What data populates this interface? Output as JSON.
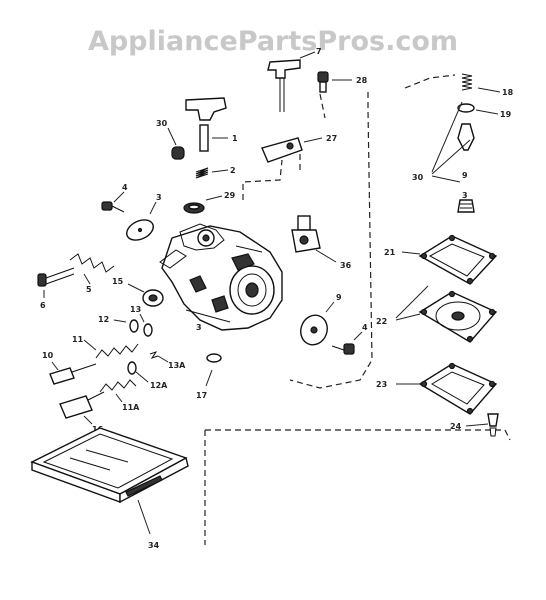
{
  "watermark": "AppliancePartsPros.com",
  "labels": {
    "l1": "1",
    "l2": "2",
    "l3": "3",
    "l3b": "3",
    "l4": "4",
    "l4b": "4",
    "l5": "5",
    "l6": "6",
    "l7": "7",
    "l9": "9",
    "l9b": "9",
    "l10": "10",
    "l11": "11",
    "l11a": "11A",
    "l12": "12",
    "l12a": "12A",
    "l13": "13",
    "l13a": "13A",
    "l15": "15",
    "l16": "16",
    "l17": "17",
    "l18": "18",
    "l19": "19",
    "l21": "21",
    "l22": "22",
    "l23": "23",
    "l24": "24",
    "l27": "27",
    "l28": "28",
    "l29": "29",
    "l30a": "30",
    "l30b": "30",
    "l34": "34",
    "l36": "36"
  },
  "colors": {
    "ink": "#222222",
    "watermark": "#c8c8c8",
    "background": "#ffffff"
  }
}
